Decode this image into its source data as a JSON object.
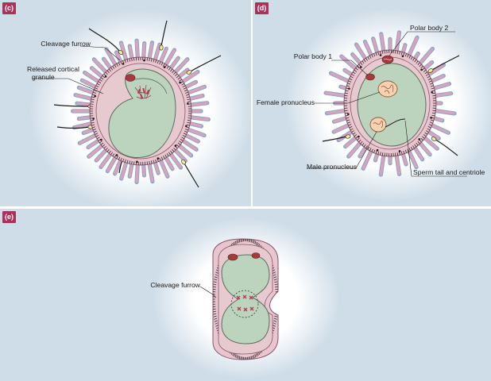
{
  "panels": {
    "c": {
      "tag": "(c)",
      "labels": {
        "cleavage_furrow": "Cleavage furrow",
        "released_cortical_granule_1": "Released cortical",
        "released_cortical_granule_2": "granule"
      }
    },
    "d": {
      "tag": "(d)",
      "labels": {
        "polar_body_2": "Polar body 2",
        "polar_body_1": "Polar body 1",
        "female_pronucleus": "Female pronucleus",
        "male_pronucleus": "Male pronucleus",
        "sperm_tail_centriole": "Sperm tail and centriole"
      }
    },
    "e": {
      "tag": "(e)",
      "labels": {
        "cleavage_furrow": "Cleavage furrow"
      }
    }
  },
  "colors": {
    "panel_bg": "#cfdde8",
    "halo": "#ffffff",
    "cytoplasm": "#bcd3bd",
    "cytoplasm_stroke": "#5a6e5c",
    "zona": "#e8c6cf",
    "zona_stroke": "#8a5568",
    "villi_pink": "#d9a4b9",
    "villi_blue": "#8aa6cc",
    "polar_body": "#a83a3e",
    "pronucleus": "#f6d2b2",
    "chromosome": "#b8384c",
    "badge": "#a8325a"
  }
}
